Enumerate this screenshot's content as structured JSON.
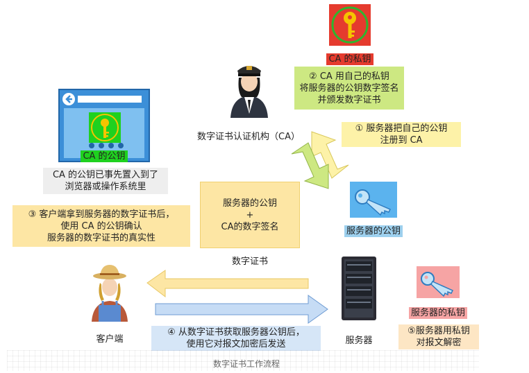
{
  "colors": {
    "ca_private_key_bg": "#e53b2e",
    "ca_public_key_bg": "#1fd11f",
    "server_public_key_bg": "#9dd0ee",
    "server_private_key_bg": "#f6a4a4",
    "green_note": "#cde882",
    "yellow_note": "#fdf2a8",
    "cert_box": "#fde6a4",
    "blue_note": "#d6e6f7",
    "orange_note": "#fde6c4",
    "gray_note": "#eeeeee"
  },
  "ca": {
    "private_key_label": "CA 的私钥",
    "step2_lines": [
      "② CA 用自己的私钥",
      "将服务器的公钥数字签名",
      "并颁发数字证书"
    ],
    "name": "数字证书认证机构（CA）"
  },
  "step1_lines": [
    "① 服务器把自己的公钥",
    "注册到 CA"
  ],
  "browser": {
    "public_key_label": "CA 的公钥",
    "note_lines": [
      "CA 的公钥已事先置入到了",
      "浏览器或操作系统里"
    ]
  },
  "step3_lines": [
    "③ 客户端拿到服务器的数字证书后，",
    "使用 CA 的公钥确认",
    "服务器的数字证书的真实性"
  ],
  "certificate": {
    "line1": "服务器的公钥",
    "plus": "+",
    "line2": "CA的数字签名",
    "caption": "数字证书"
  },
  "server": {
    "public_key_label": "服务器的公钥",
    "private_key_label": "服务器的私钥",
    "name": "服务器"
  },
  "client": {
    "name": "客户端"
  },
  "step4_lines": [
    "④ 从数字证书获取服务器公钥后，",
    "使用它对报文加密后发送"
  ],
  "step5_lines": [
    "⑤服务器用私钥",
    "对报文解密"
  ],
  "caption": "数字证书工作流程"
}
